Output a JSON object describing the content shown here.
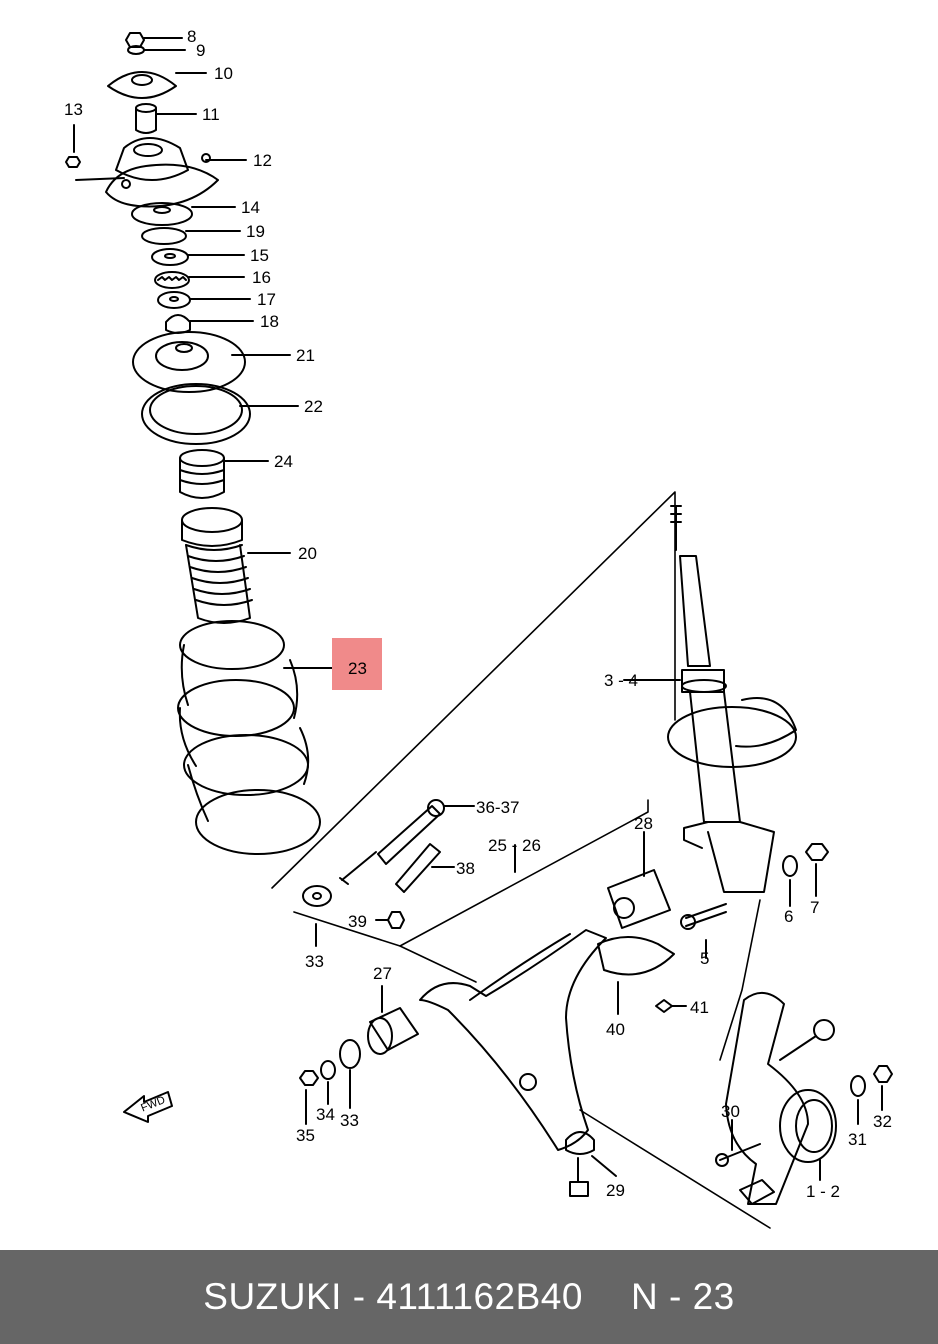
{
  "diagram": {
    "part_labels": {
      "p8": "8",
      "p9": "9",
      "p10": "10",
      "p11": "11",
      "p12": "12",
      "p13": "13",
      "p14": "14",
      "p19": "19",
      "p15": "15",
      "p16": "16",
      "p17": "17",
      "p18": "18",
      "p21": "21",
      "p22": "22",
      "p24": "24",
      "p20": "20",
      "p23": "23",
      "p34": "3 - 4",
      "p3637": "36-37",
      "p38": "38",
      "p2526": "25 - 26",
      "p28": "28",
      "p6": "6",
      "p7": "7",
      "p5": "5",
      "p39": "39",
      "p33a": "33",
      "p27": "27",
      "p41": "41",
      "p40": "40",
      "p30": "30",
      "p31": "31",
      "p32": "32",
      "p34b": "34",
      "p35": "35",
      "p33b": "33",
      "p29": "29",
      "p12b": "1 - 2",
      "fwd": "FWD"
    },
    "highlight_part": "23",
    "highlight_color": "#f08a8a"
  },
  "footer": {
    "brand_part": "SUZUKI - 4111162B40",
    "code": "N - 23",
    "background_color": "#666666"
  }
}
